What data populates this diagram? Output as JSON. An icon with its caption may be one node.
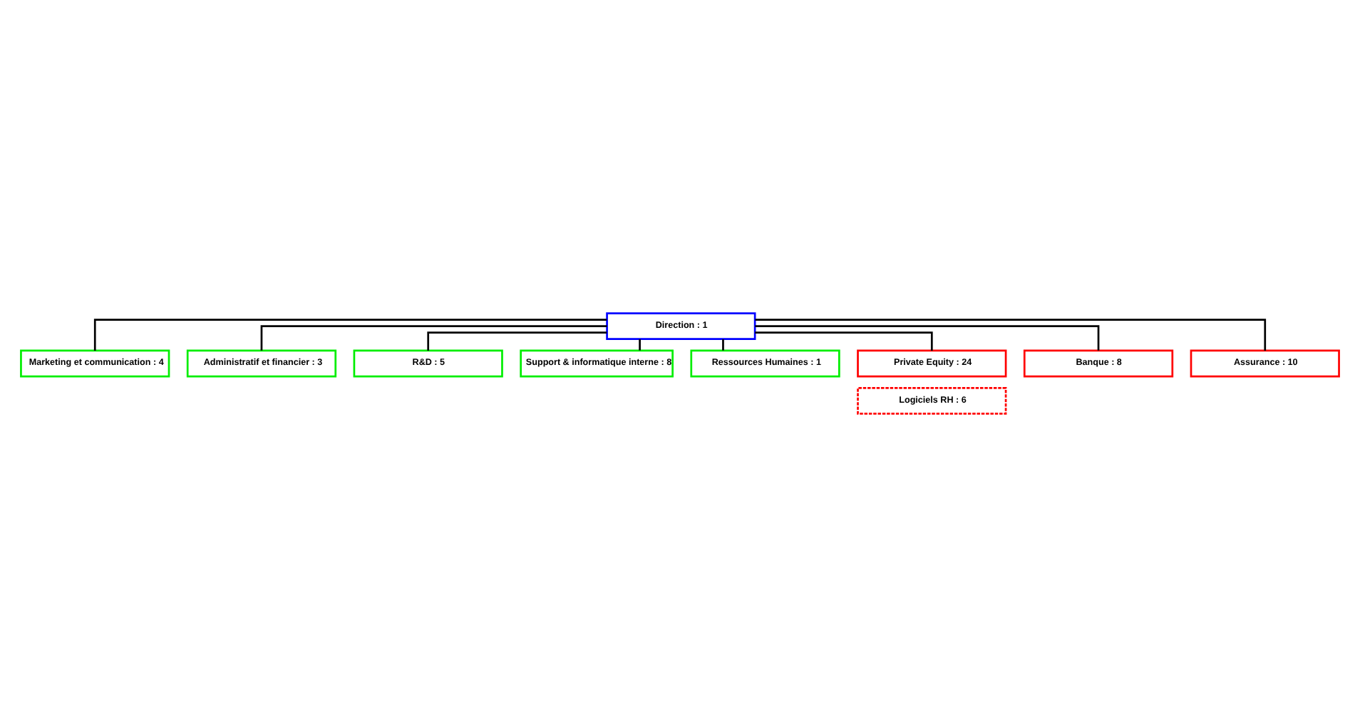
{
  "diagram": {
    "nodes": [
      {
        "text": [
          "Direction : 1"
        ]
      },
      {
        "text": [
          "Marketing et communication : 4"
        ]
      },
      {
        "text": [
          "Administratif et financier : 3"
        ]
      },
      {
        "text": [
          "R&D : 5"
        ]
      },
      {
        "text": [
          "Support & informatique interne : 8"
        ]
      },
      {
        "text": [
          "Ressources Humaines : 1"
        ]
      },
      {
        "text": [
          "Private Equity : 24"
        ]
      },
      {
        "text": [
          "Banque : 8"
        ]
      },
      {
        "text": [
          "Assurance : 10"
        ]
      },
      {
        "text": [
          "Logiciels RH : 6"
        ]
      }
    ],
    "edges": [
      {
        "from": 0,
        "to": 1,
        "arrow": "none"
      },
      {
        "from": 0,
        "to": 2,
        "arrow": "none"
      },
      {
        "from": 0,
        "to": 3,
        "arrow": "none"
      },
      {
        "from": 0,
        "to": 4,
        "arrow": "none"
      },
      {
        "from": 0,
        "to": 5,
        "arrow": "none"
      },
      {
        "from": 0,
        "to": 6,
        "arrow": "none"
      },
      {
        "from": 0,
        "to": 7,
        "arrow": "none"
      },
      {
        "from": 0,
        "to": 8,
        "arrow": "none"
      }
    ]
  }
}
